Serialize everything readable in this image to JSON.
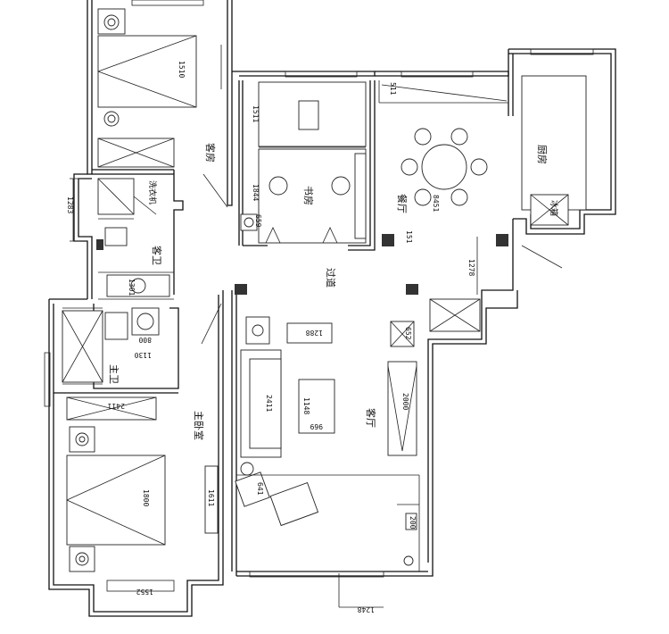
{
  "rooms": {
    "guest_bedroom": "客房",
    "study": "书房",
    "dining": "餐厅",
    "kitchen": "厨房",
    "corridor": "过道",
    "guest_bath": "客卫",
    "master_bath": "主卫",
    "master_bedroom": "主卧室",
    "living": "客厅",
    "washer": "洗衣机",
    "fridge": "冰箱"
  },
  "dimensions": {
    "d1510": "1510",
    "d1283": "1283",
    "d1511": "1511",
    "d1844": "1844",
    "d659": "659",
    "d511": "511",
    "d8451": "8451",
    "d151": "151",
    "d1278": "1278",
    "d1301": "1301",
    "d800": "800",
    "d1130": "1130",
    "d2411": "2411",
    "d1288": "1288",
    "d1148": "1148",
    "d969": "969",
    "d2000": "2000",
    "d652": "652",
    "d1800": "1800",
    "d1611": "1611",
    "d641": "641",
    "d200": "200",
    "d1552": "1552",
    "d1248": "1248",
    "d2411b": "2411"
  }
}
